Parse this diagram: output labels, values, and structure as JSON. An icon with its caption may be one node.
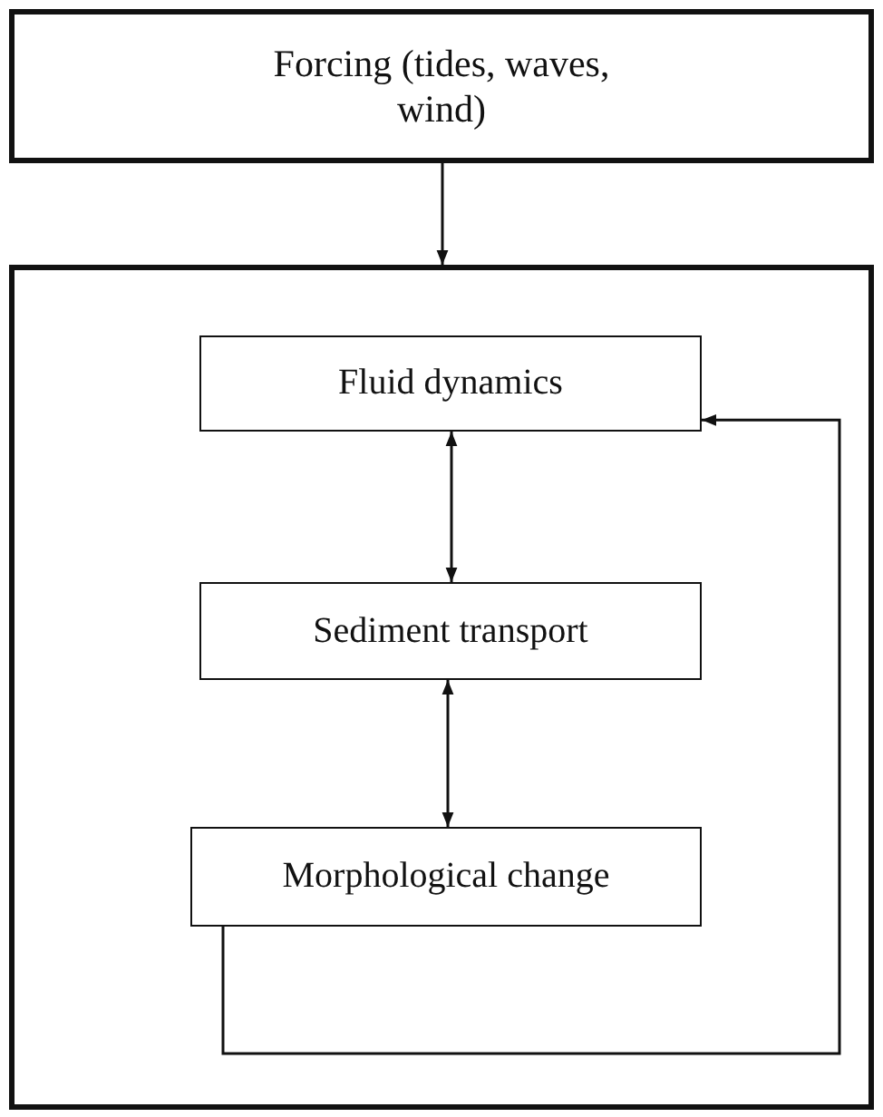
{
  "diagram": {
    "nodes": [
      {
        "text": [
          "Forcing (tides, waves, wind)"
        ]
      },
      {
        "text": [],
        "shape": "box"
      },
      {
        "text": [
          "Fluid dynamics"
        ],
        "in": 1
      },
      {
        "text": [
          "Sediment transport"
        ],
        "in": 1
      },
      {
        "text": [
          "Morphological change"
        ],
        "in": 1
      }
    ],
    "edges": [
      {
        "from": 0,
        "to": 1,
        "arrow": "to"
      },
      {
        "from": 2,
        "to": 3,
        "arrow": "both"
      },
      {
        "from": 3,
        "to": 4,
        "arrow": "both"
      },
      {
        "from": 4,
        "to": 2,
        "arrow": "to"
      }
    ]
  }
}
